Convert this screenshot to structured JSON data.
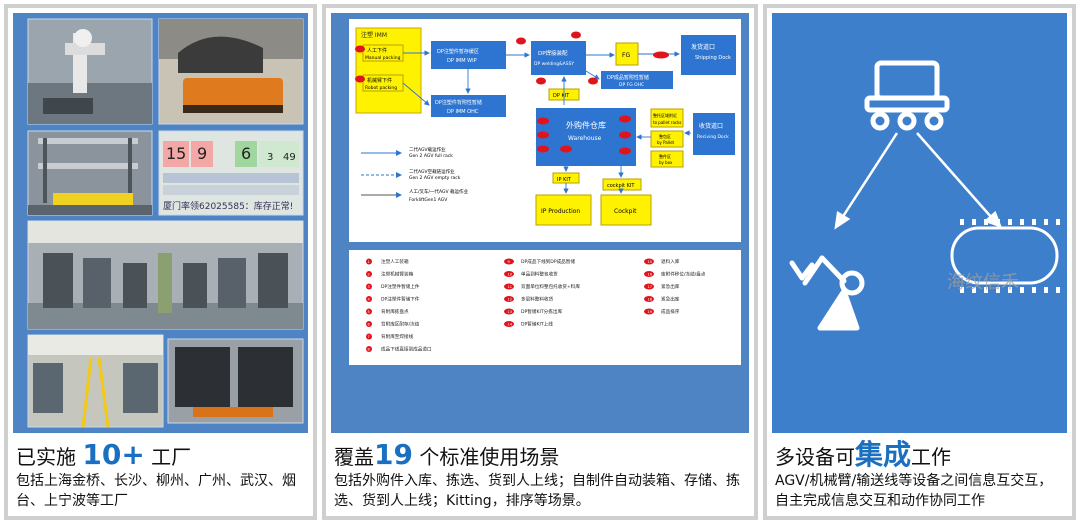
{
  "panel1": {
    "heading_prefix": "已实施",
    "heading_number": "10+",
    "heading_suffix": "工厂",
    "description": "包括上海金桥、长沙、柳州、广州、武汉、烟台、上宁波等工厂",
    "board_numbers": [
      "15",
      "9",
      "6",
      "3",
      "49"
    ],
    "board_text": "厦门率领62025585：库存正常!"
  },
  "panel2": {
    "heading_prefix": "覆盖",
    "heading_number": "19",
    "heading_suffix": "个标准使用场景",
    "description": "包括外购件入库、拣选、货到人上线；自制件自动装箱、存储、拣选、货到人上线；Kitting，排序等场景。",
    "diagram": {
      "imm": "注塑 IMM",
      "manual_cn": "人工下件",
      "manual_en": "Manual packing",
      "robot_cn": "机械臂下件",
      "robot_en": "Robot packing",
      "wip_cn": "DP注塑件暂存缓区",
      "wip_en": "DP IMM WIP",
      "ohc_cn": "DP注塑件背附性暂储",
      "ohc_en": "DP IMM OHC",
      "welding_cn": "DP焊接装配",
      "welding_en": "DP welding&ASSY",
      "fg": "FG",
      "ship_cn": "发货道口",
      "ship_en": "Shipping Dock",
      "fgohc_cn": "DP成品暂附性暂储",
      "fgohc_en": "DP FG OHC",
      "dpkit": "DP KIT",
      "wh_cn": "外购件仓库",
      "wh_en": "Warehouse",
      "pallet_cn": "整托区域附近",
      "pallet_en": "to pallet racks",
      "pallet2_cn": "整包区",
      "pallet2_en": "by Pallet",
      "box_cn": "整件区",
      "box_en": "by box",
      "recv_cn": "收货道口",
      "recv_en": "Reciving Dock",
      "ipkit": "IP KIT",
      "cockkit": "cockpit KIT",
      "ipprod": "IP Production",
      "cockpit": "Cockpit",
      "legend": [
        {
          "cn": "二代AGV载运作业",
          "en": "Gen 2 AGV full rack"
        },
        {
          "cn": "二代AGV空载链运作业",
          "en": "Gen 2 AGV empty rack"
        },
        {
          "cn": "人工/叉车/一代AGV 载运作业",
          "en": "ForkliftGen1 AGV"
        }
      ],
      "badges": [
        "1",
        "2",
        "3",
        "4",
        "5",
        "6",
        "7",
        "8",
        "9",
        "10",
        "11",
        "12",
        "13",
        "14",
        "15",
        "16",
        "17",
        "18",
        "19"
      ],
      "list_col1": [
        "注塑人工装箱",
        "注塑机械臂装箱",
        "DP注塑件暂储上件",
        "DP注塑件暂储下件",
        "背附库拣盘点",
        "背附库区耐存/冻结",
        "背附库至焊接线",
        "成品下线直接到成品道口"
      ],
      "list_col2": [
        "DP成品下线到DP成品暂储",
        "单品到料整包收货",
        "双面单位料整包托收货+料库",
        "多层料整料收货",
        "DP暂储KIT分拣出库",
        "DP暂储KIT上线"
      ],
      "list_col3": [
        "退料入库",
        "库附件移位/冻结/盘点",
        "紧急出库",
        "紧急出库",
        "成品排序"
      ]
    }
  },
  "panel3": {
    "heading_prefix": "多设备可",
    "heading_emph": "集成",
    "heading_suffix": "工作",
    "description": "AGV/机械臂/输送线等设备之间信息互交互，自主完成信息交互和动作协同工作",
    "watermark": "海纹信禾"
  },
  "colors": {
    "panel_blue": "#4f84c4",
    "accent": "#1a6fc0",
    "diagram_yellow": "#fff200",
    "diagram_blue": "#2e75d2"
  }
}
